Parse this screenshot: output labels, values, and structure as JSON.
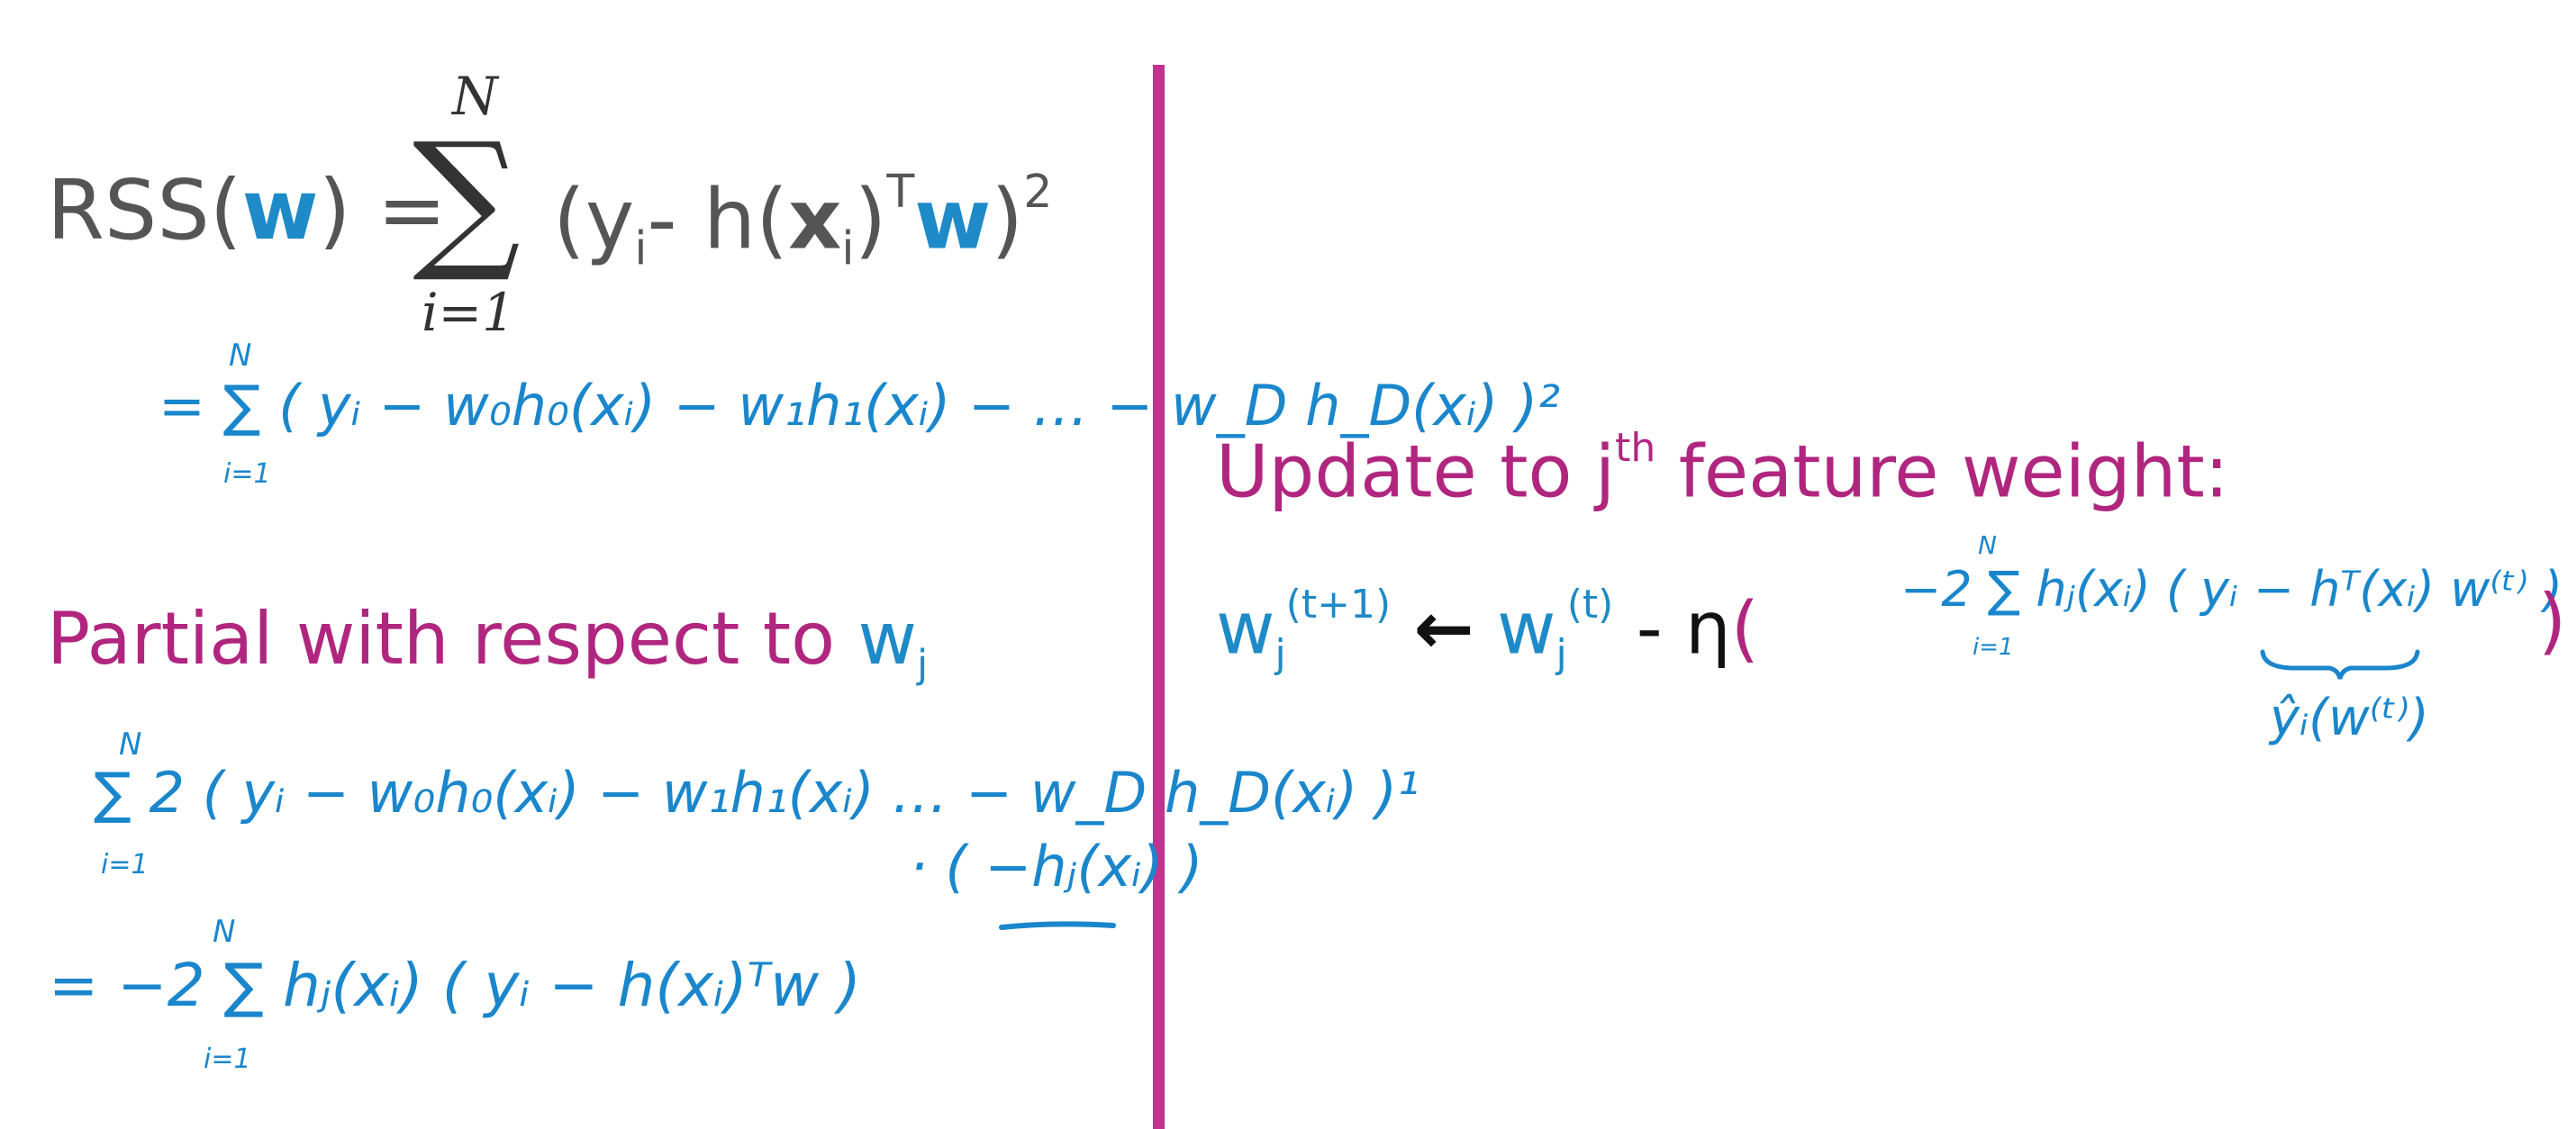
{
  "colors": {
    "gray_text": "#555555",
    "blue": "#1e8ac8",
    "magenta": "#b0267f",
    "handwriting": "#1a86cc",
    "divider": "#c0338f"
  },
  "rss": {
    "lhs": "RSS(",
    "w": "w",
    "eq": ") =",
    "sum_top": "N",
    "sum_symbol": "∑",
    "sum_bottom": "i=1",
    "term_open": "(y",
    "sub_i": "i",
    "minus_h": "- h(",
    "x": "x",
    "close_T": ")",
    "T": "T",
    "w2": "w",
    "close_sq": ")",
    "sq": "2"
  },
  "hand1": "= ∑ ( yᵢ − w₀h₀(xᵢ) − w₁h₁(xᵢ) − … − w_D h_D(xᵢ) )²",
  "hand1_sum_top": "N",
  "hand1_sum_bottom": "i=1",
  "partial": {
    "label": "Partial with respect to ",
    "w": "w",
    "sub": "j"
  },
  "hand2": "∑ 2 ( yᵢ − w₀h₀(xᵢ) − w₁h₁(xᵢ) … − w_D h_D(xᵢ) )¹",
  "hand2_sum_top": "N",
  "hand2_sum_bottom": "i=1",
  "hand3": "· ( −hⱼ(xᵢ) )",
  "hand4": "= −2 ∑ hⱼ(xᵢ) ( yᵢ − h(xᵢ)ᵀw )",
  "hand4_sum_top": "N",
  "hand4_sum_bottom": "i=1",
  "update": {
    "label_pre": "Update to j",
    "sup": "th",
    "label_post": " feature weight:"
  },
  "rule": {
    "w": "w",
    "sub": "j",
    "sup_new": "(t+1)",
    "arrow": "←",
    "w_old": "w",
    "sub_old": "j",
    "sup_old": "(t)",
    "minus": "-",
    "eta": "η",
    "open_paren": "(",
    "close_paren": ")"
  },
  "hand5": "−2 ∑ hⱼ(xᵢ) ( yᵢ − hᵀ(xᵢ) w⁽ᵗ⁾ )",
  "hand5_sum_top": "N",
  "hand5_sum_bottom": "i=1",
  "hand6": "ŷᵢ(w⁽ᵗ⁾)"
}
